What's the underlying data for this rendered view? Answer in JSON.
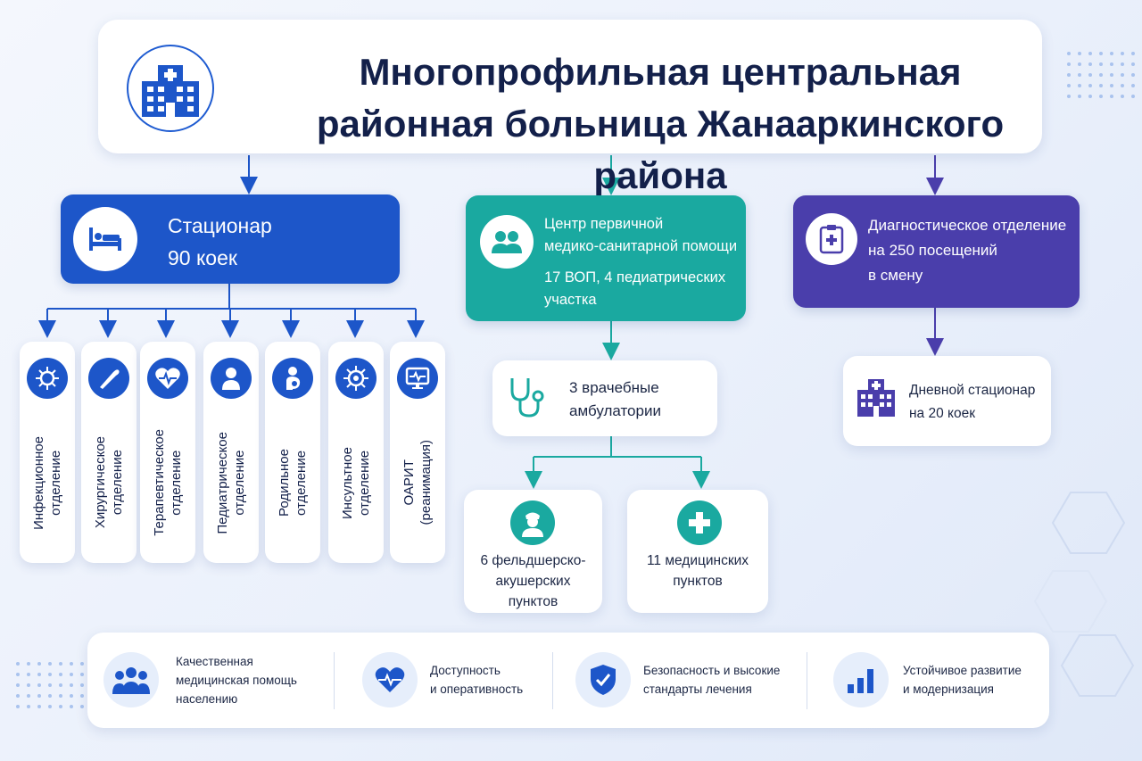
{
  "title": "Многопрофильная центральная\nрайонная больница Жанааркинского района",
  "stationary": {
    "title": "Стационар",
    "beds": "90 коек"
  },
  "departments": [
    {
      "label": "Инфекционное\nотделение",
      "icon": "virus-icon"
    },
    {
      "label": "Хирургическое\nотделение",
      "icon": "scalpel-icon"
    },
    {
      "label": "Терапевтическое\nотделение",
      "icon": "heart-pulse-icon"
    },
    {
      "label": "Педиатрическое\nотделение",
      "icon": "child-icon"
    },
    {
      "label": "Родильное\nотделение",
      "icon": "pregnant-icon"
    },
    {
      "label": "Инсультное\nотделение",
      "icon": "brain-icon"
    },
    {
      "label": "ОАРИТ\n(реанимация)",
      "icon": "monitor-icon"
    }
  ],
  "primary_care": {
    "title": "Центр первичной\nмедико-санитарной помощи",
    "details": "17 ВОП, 4 педиатрических\nучастка"
  },
  "ambulatories": "3 врачебные\nамбулатории",
  "fap": "6 фельдшерско-\nакушерских\nпунктов",
  "med_points": "11 медицинских\nпунктов",
  "diagnostic": "Диагностическое отделение\nна 250 посещений\nв смену",
  "day_hospital": "Дневной стационар\nна 20 коек",
  "features": [
    {
      "text": "Качественная\nмедицинская помощь\nнаселению",
      "icon": "people-icon"
    },
    {
      "text": "Доступность\nи оперативность",
      "icon": "heart-pulse-icon"
    },
    {
      "text": "Безопасность и высокие\nстандарты лечения",
      "icon": "shield-check-icon"
    },
    {
      "text": "Устойчивое развитие\nи модернизация",
      "icon": "bar-chart-icon"
    }
  ],
  "colors": {
    "blue": "#1d56c9",
    "teal": "#1aa9a0",
    "purple": "#4a3eab",
    "navy": "#13204a"
  }
}
